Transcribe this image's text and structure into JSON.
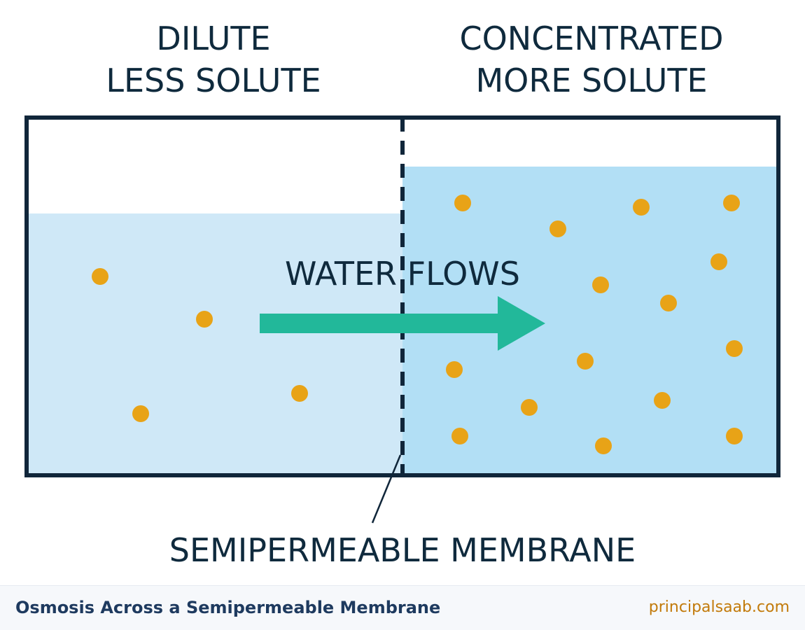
{
  "labels": {
    "left_line1": "DILUTE",
    "left_line2": "LESS SOLUTE",
    "right_line1": "CONCENTRATED",
    "right_line2": "MORE SOLUTE",
    "flow": "WATER FLOWS",
    "membrane": "SEMIPERMEABLE MEMBRANE"
  },
  "footer": {
    "title": "Osmosis Across a Semipermeable Membrane",
    "brand": "principalsaab.com"
  },
  "colors": {
    "text": "#0f2a3d",
    "outline": "#10263a",
    "dilute_water": "#cfe8f7",
    "concentrated_water": "#b2dff5",
    "solute": "#e8a317",
    "arrow": "#22b89a",
    "footer_title": "#1e3a5f",
    "footer_brand": "#c27a0a"
  },
  "icons": {
    "solute": "solute-particle-dot",
    "flow": "arrow-right-icon"
  }
}
